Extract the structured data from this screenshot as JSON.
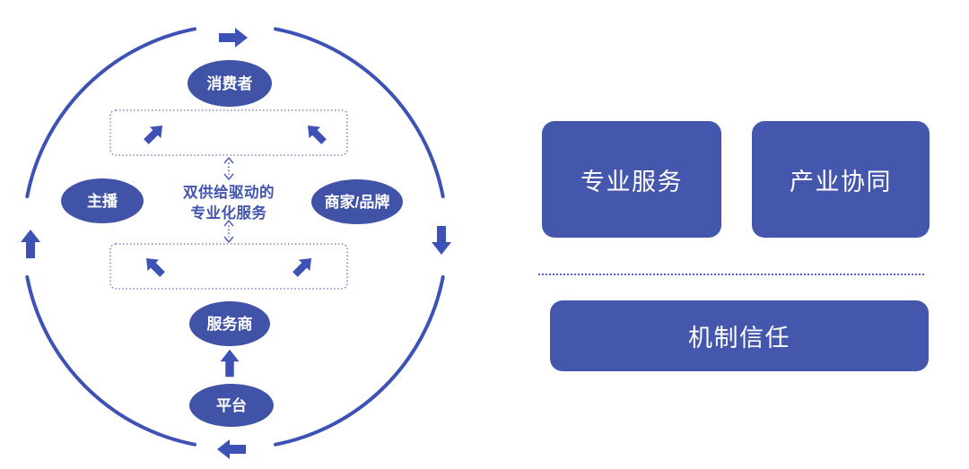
{
  "colors": {
    "node_blue": "#4053a7",
    "box_blue": "#4457ac",
    "arrow_blue": "#3e52b6",
    "dotted_blue": "#5565c2",
    "center_text_blue": "#4254b2",
    "label_white": "#ffffff"
  },
  "diagram": {
    "center_label": {
      "line1": "双供给驱动的",
      "line2": "专业化服务"
    },
    "nodes": {
      "consumer": "消费者",
      "anchor": "主播",
      "merchant_brand": "商家/品牌",
      "service_provider": "服务商",
      "platform": "平台"
    },
    "icons": {
      "cycle_arrow": "solid-block-arrow",
      "supply_arrow": "solid-block-arrow-diagonal",
      "exchange_arrow": "dotted-double-chevron-arrow"
    },
    "cycle_direction": "clockwise"
  },
  "panels": {
    "professional_service": "专业服务",
    "industry_synergy": "产业协同",
    "mechanism_trust": "机制信任"
  }
}
